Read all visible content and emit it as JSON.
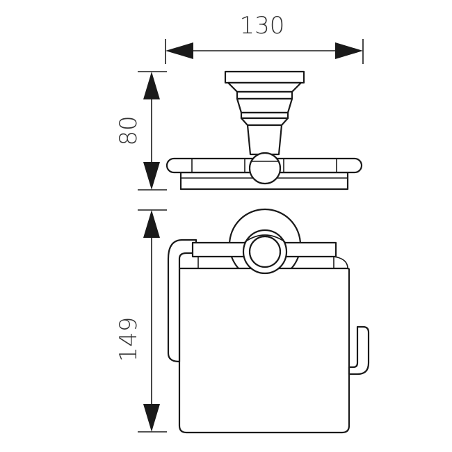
{
  "dimensions": {
    "width_label": "130",
    "height_top_label": "80",
    "height_bottom_label": "149"
  },
  "colors": {
    "line": "#1a1a1a",
    "background": "#ffffff"
  }
}
